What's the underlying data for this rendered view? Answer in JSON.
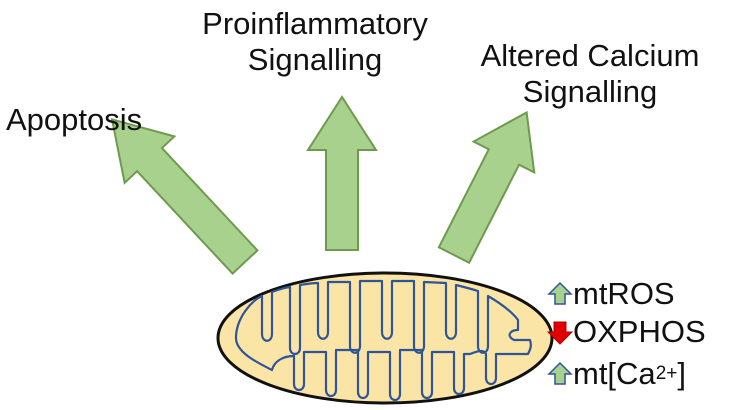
{
  "outcomes": [
    {
      "line1": "Apoptosis",
      "line2": "",
      "color": "#a9d18e"
    },
    {
      "line1": "Proinflammatory",
      "line2": "Signalling",
      "color": "#a9d18e"
    },
    {
      "line1": "Altered Calcium",
      "line2": "Signalling",
      "color": "#a9d18e"
    }
  ],
  "legend": [
    {
      "direction": "up",
      "label": "mtROS",
      "arrow_color": "#a9d18e"
    },
    {
      "direction": "down",
      "label": "OXPHOS",
      "arrow_color": "#e00000"
    },
    {
      "direction": "up",
      "label_prefix": "mt[Ca",
      "label_sup": "2+",
      "label_suffix": "]",
      "arrow_color": "#a9d18e"
    }
  ],
  "colors": {
    "arrow_fill": "#a9d18e",
    "arrow_stroke": "#6f9a4e",
    "mito_fill": "#fbe5a6",
    "mito_outline": "#111111",
    "cristae_stroke": "#2f5597",
    "down_arrow": "#e00000"
  }
}
